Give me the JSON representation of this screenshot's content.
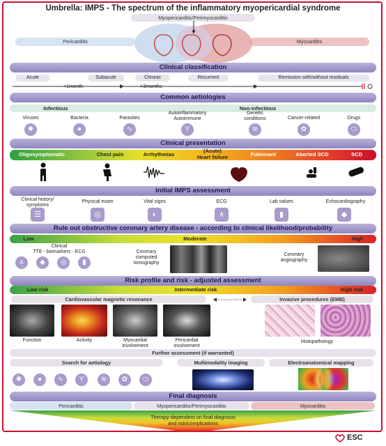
{
  "title": "Umbrella: IMPS - The spectrum of the inflammatory myopericardial syndrome",
  "spectrum": {
    "center": "Myopericarditis/Perimyocarditis",
    "left": "Pericarditis",
    "right": "Myocarditis"
  },
  "clinical_classification": {
    "heading": "Clinical classification",
    "stages": [
      "Acute",
      "Subacute",
      "Chronic",
      "Recurrent",
      "Remission with/without residuals"
    ],
    "thresholds": [
      "<1month",
      ">3months"
    ]
  },
  "aetiologies": {
    "heading": "Common aetiologies",
    "infectious": "Infectious",
    "non_infectious": "Non-infectious",
    "items": [
      "Viruses",
      "Bacteria",
      "Parasites",
      "Autoinflammatory\nAutoimmune",
      "Genetic\nconditions",
      "Cancer-related",
      "Drugs"
    ]
  },
  "presentation": {
    "heading": "Clinical presentation",
    "items": [
      "Oligosymptomatic",
      "Chest pain",
      "Arrhythmias",
      "(Acute)\nHeart failure",
      "Fulminant",
      "Aborted SCD",
      "SCD"
    ]
  },
  "initial_assessment": {
    "heading": "Initial IMPS assessment",
    "items": [
      "Clinical history/\nsymptoms",
      "Physical exam",
      "Vital signs",
      "ECG",
      "Lab values",
      "Echocardiography"
    ]
  },
  "rule_out": {
    "heading": "Rule out obstructive coronary artery disease - according to clinical likelihood/probability",
    "levels": [
      "Low",
      "Moderate",
      "High"
    ],
    "clinical": "Clinical\nTTE - biomarkers - ECG",
    "ct": "Coronary\ncomputed\ntomography",
    "angio": "Coronary\nangiography"
  },
  "risk_profile": {
    "heading": "Risk profile and risk - adjusted assessment",
    "levels": [
      "Low risk",
      "Intermediate risk",
      "High risk"
    ],
    "cmr": "Cardiovascular magnetic resonance",
    "invasive": "Invasive procedures (EMB)",
    "cmr_items": [
      "Function",
      "Activity",
      "Myocardial\ninvolvement",
      "Pericardial\ninvolvement"
    ],
    "histopathology": "Histopathology"
  },
  "further": {
    "heading": "Further assessment (if warranted)",
    "items": [
      "Search for aetiology",
      "Multimodality imaging",
      "Electroanatomical mapping"
    ]
  },
  "final_diagnosis": {
    "heading": "Final diagnosis",
    "items": [
      "Pericarditis",
      "Myopericarditis/Perimyocarditis",
      "Myocarditis"
    ],
    "therapy": "Therapy-dependent on final diagnosis\nand risk/complications"
  },
  "logo": "ESC",
  "colors": {
    "frame": "#c8102e",
    "section": "#9a90c8",
    "pericarditis": "#d6e3f2",
    "myocarditis": "#ecc2c2"
  }
}
